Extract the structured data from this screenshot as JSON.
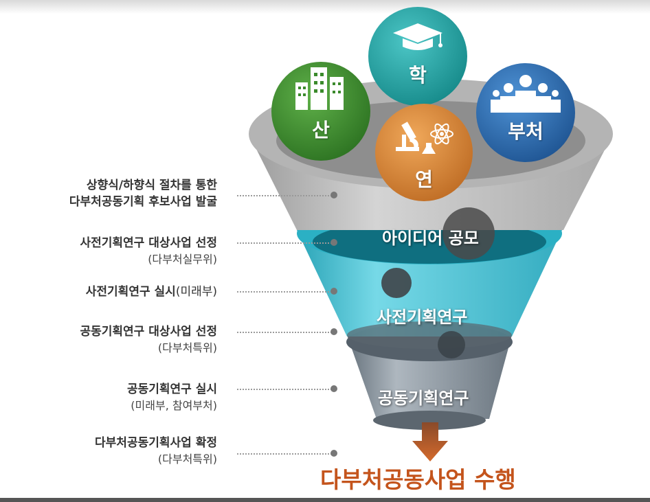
{
  "circles": {
    "industry": {
      "label": "산",
      "color": "#3b8a2c",
      "icon": "building-icon"
    },
    "academia": {
      "label": "학",
      "color": "#24a3a3",
      "icon": "graduation-cap-icon"
    },
    "research": {
      "label": "연",
      "color": "#d6893a",
      "icon": "microscope-icon"
    },
    "ministry": {
      "label": "부처",
      "color": "#2f6fb4",
      "icon": "people-icon"
    }
  },
  "funnel_stages": [
    {
      "label": "아이디어 공모"
    },
    {
      "label": "사전기획연구"
    },
    {
      "label": "공동기획연구"
    }
  ],
  "steps": [
    {
      "main": "상향식/하향식 절차를 통한",
      "main2": "다부처공동기획 후보사업 발굴"
    },
    {
      "main": "사전기획연구 대상사업 선정",
      "sub": "(다부처실무위)"
    },
    {
      "main": "사전기획연구 실시",
      "paren": "(미래부)"
    },
    {
      "main": "공동기획연구 대상사업 선정",
      "sub": "(다부처특위)"
    },
    {
      "main": "공동기획연구 실시",
      "sub": "(미래부, 참여부처)"
    },
    {
      "main": "다부처공동기획사업 확정",
      "sub": "(다부처특위)"
    }
  ],
  "final_label": "다부처공동사업 수행",
  "colors": {
    "final": "#c4541c",
    "arrow": "#c8642a"
  }
}
